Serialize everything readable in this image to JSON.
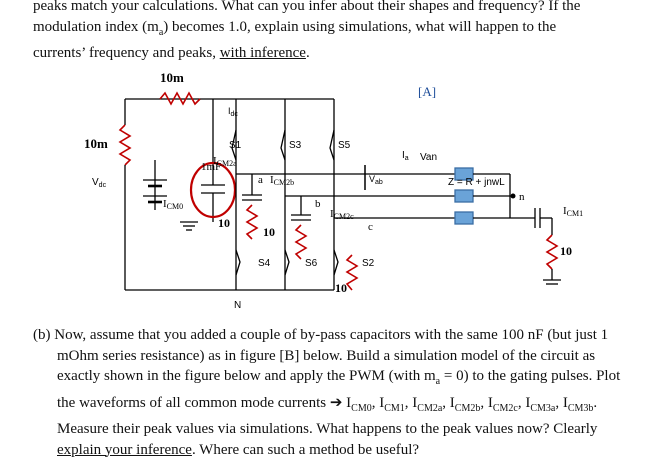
{
  "intro": {
    "line1": "peaks match your calculations. What can you infer about their shapes and frequency? If the",
    "line2": "modulation index (m",
    "line2_sub": "a",
    "line2_rest": ") becomes 1.0, explain using simulations, what will happen to the",
    "line3_a": "currents’ frequency and peaks, ",
    "line3_u": "with inference",
    "line3_end": "."
  },
  "circuit": {
    "figure_tag": "[A]",
    "r_top": "10m",
    "r_left": "10m",
    "vdc": "V",
    "vdc_sub": "dc",
    "idc": "I",
    "idc_sub": "dc",
    "s1": "S1",
    "s3": "S3",
    "s5": "S5",
    "s4": "S4",
    "s6": "S6",
    "s2": "S2",
    "icm2a": "I",
    "icm2a_sub": "CM2a",
    "icm2b": "I",
    "icm2b_sub": "CM2b",
    "icm2c": "I",
    "icm2c_sub": "CM2c",
    "icm0": "I",
    "icm0_sub": "CM0",
    "icm1": "I",
    "icm1_sub": "CM1",
    "cap": "1mF",
    "node_a": "a",
    "node_b": "b",
    "node_c": "c",
    "node_n": "n",
    "node_N": "N",
    "r10_a": "10",
    "r10_b": "10",
    "r10_c": "10",
    "r10_load": "10",
    "ia": "I",
    "ia_sub": "a",
    "van": "Van",
    "vab": "V",
    "vab_sub": "ab",
    "z_eq": "Z = R + jnwL"
  },
  "partb": {
    "l1": "(b) Now, assume that you added a couple of by-pass capacitors with the same 100 nF (but just 1",
    "l2": "mOhm series resistance) as in figure [B] below. Build a simulation model of the circuit as",
    "l3a": "exactly shown in the figure below and apply the PWM (with m",
    "l3sub": "a",
    "l3b": " = 0) to the gating pulses. Plot",
    "l4a": "the waveforms of all common mode currents ",
    "arrow": "➔",
    "l4_currents": [
      {
        "m": "I",
        "s": "CM0",
        "sep": ", "
      },
      {
        "m": "I",
        "s": "CM1",
        "sep": ", "
      },
      {
        "m": "I",
        "s": "CM2a",
        "sep": ", "
      },
      {
        "m": "I",
        "s": "CM2b",
        "sep": ", "
      },
      {
        "m": "I",
        "s": "CM2c",
        "sep": ", "
      },
      {
        "m": "I",
        "s": "CM3a",
        "sep": ", "
      },
      {
        "m": "I",
        "s": "CM3b",
        "sep": "."
      }
    ],
    "l5": "Measure their peak values via simulations. What happens to the peak values now? Clearly",
    "l6_u": "explain your inference",
    "l6_rest": ". Where can such a method be useful?"
  }
}
